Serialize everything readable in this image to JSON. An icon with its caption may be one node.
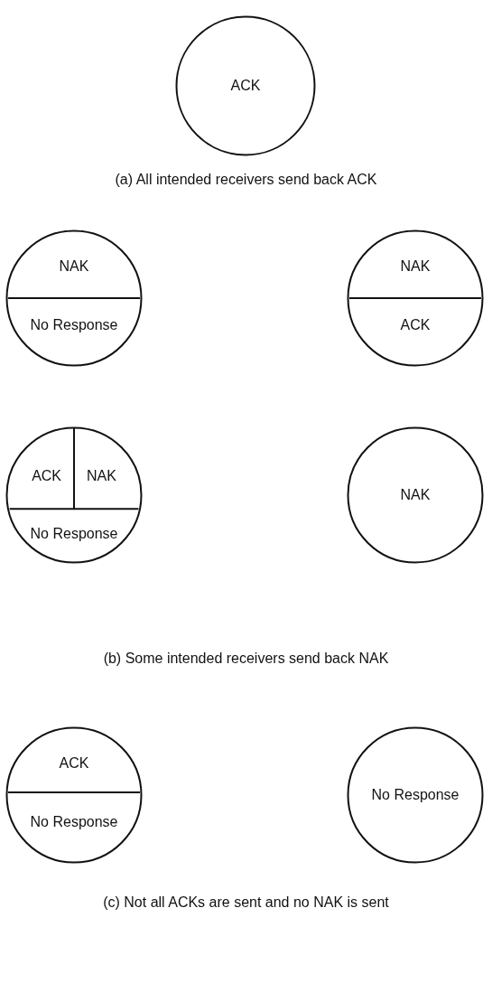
{
  "diagram": {
    "nodes": [
      {
        "text": [
          "ACK"
        ]
      },
      {
        "text": [
          "NAK",
          "No Response"
        ]
      },
      {
        "text": [
          "NAK",
          "ACK"
        ]
      },
      {
        "text": [
          "ACK",
          "NAK",
          "No Response"
        ]
      },
      {
        "text": [
          "NAK"
        ]
      },
      {
        "text": [
          "ACK",
          "No Response"
        ]
      },
      {
        "text": [
          "No Response"
        ]
      }
    ],
    "labels": [
      "(a) All intended receivers send back ACK",
      "(b) Some intended receivers send back NAK",
      "(c) Not all ACKs are sent and no NAK is sent"
    ]
  }
}
